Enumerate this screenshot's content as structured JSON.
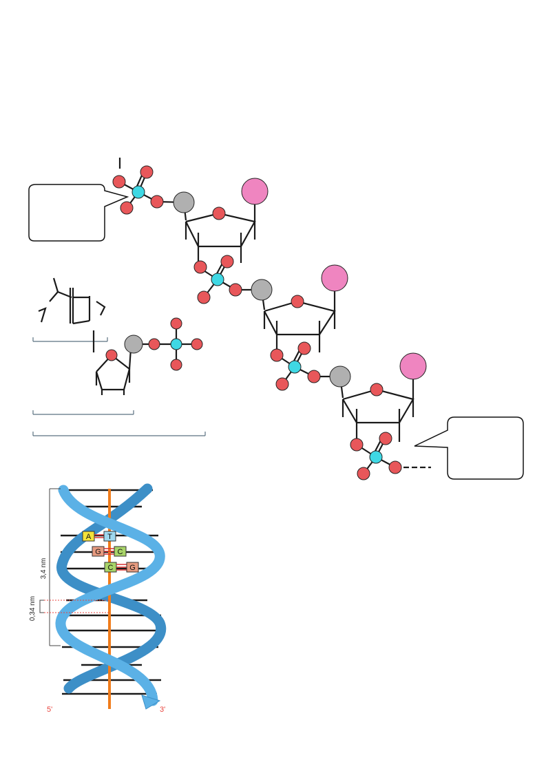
{
  "colors": {
    "oxygen": "#e8575a",
    "phosphorus": "#3fd8e4",
    "carbon": "#b0b0b0",
    "base": "#ef85c0",
    "bond": "#1a1a1a",
    "helix_strand": "#5bb1e6",
    "helix_strand_dark": "#3d8fc7",
    "helix_axis": "#f07c1c",
    "end_label": "#e8433c",
    "dim_line": "#e8433c",
    "base_A": "#f3e23a",
    "base_T": "#9ed8ef",
    "base_G": "#e69a7f",
    "base_C": "#a8d468",
    "pair_bond": "#d93030"
  },
  "callouts": {
    "left": "",
    "right": ""
  },
  "helix": {
    "base_pairs": [
      {
        "left": "A",
        "right": "T"
      },
      {
        "left": "G",
        "right": "C"
      },
      {
        "left": "C",
        "right": "G"
      }
    ],
    "turn_length": "3,4 nm",
    "rise": "0,34 nm",
    "end_5": "5'",
    "end_3": "3'"
  }
}
